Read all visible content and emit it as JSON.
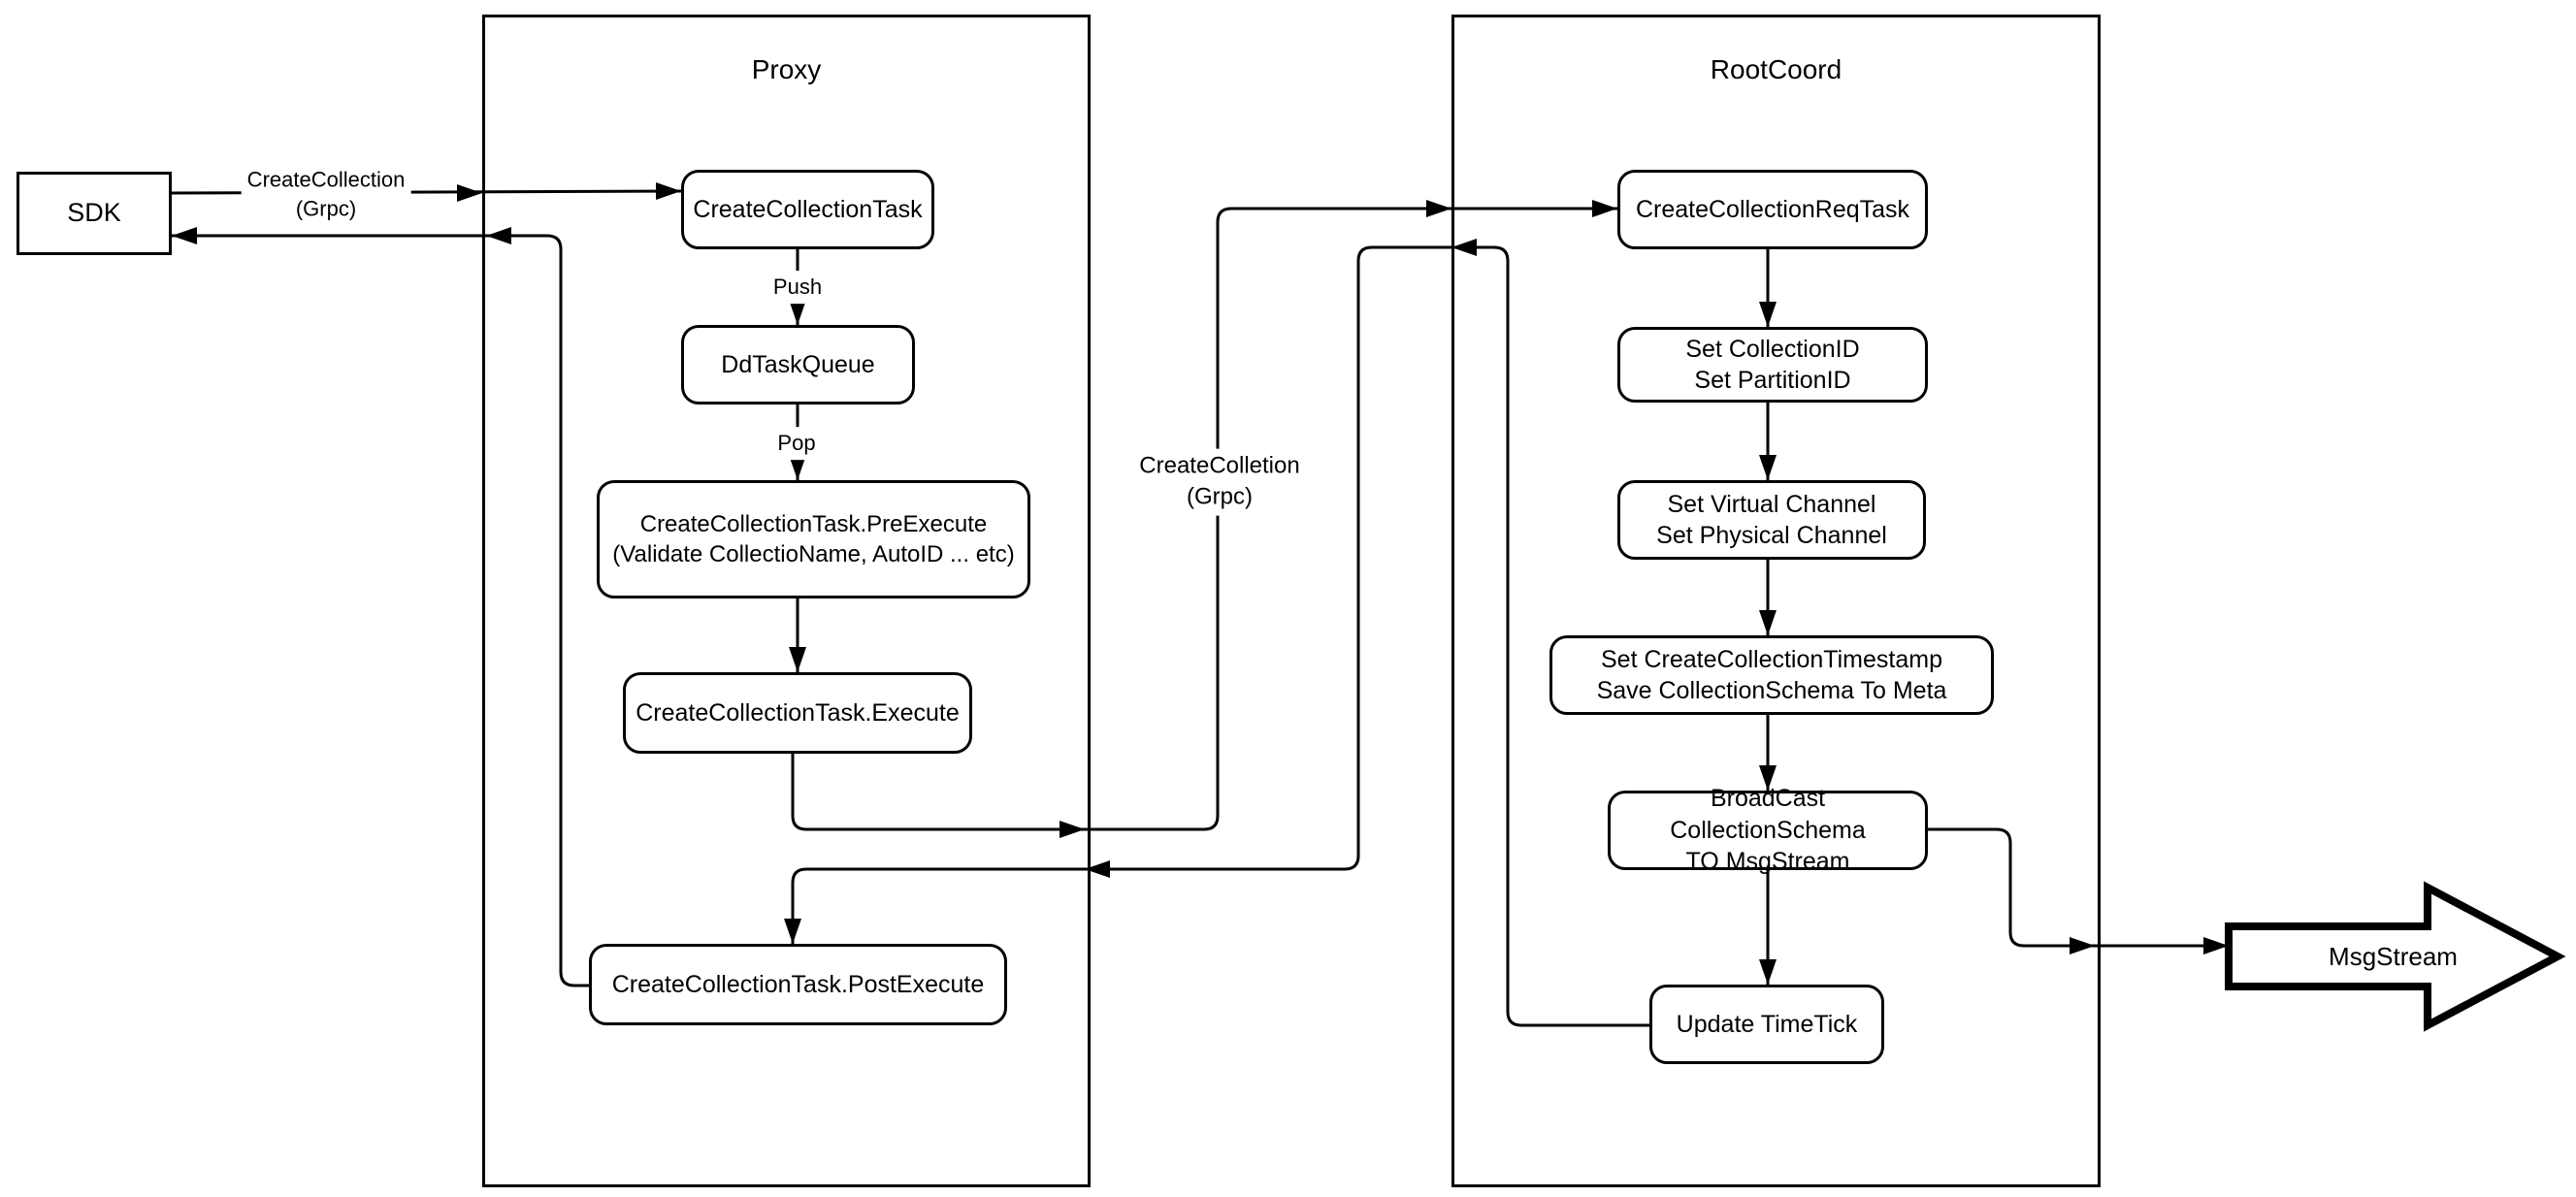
{
  "diagram": {
    "containers": {
      "proxy": {
        "title": "Proxy"
      },
      "rootcoord": {
        "title": "RootCoord"
      }
    },
    "nodes": {
      "sdk": "SDK",
      "create_collection_task": "CreateCollectionTask",
      "dd_task_queue": "DdTaskQueue",
      "pre_execute": "CreateCollectionTask.PreExecute\n(Validate CollectioName, AutoID ... etc)",
      "execute": "CreateCollectionTask.Execute",
      "post_execute": "CreateCollectionTask.PostExecute",
      "req_task": "CreateCollectionReqTask",
      "set_ids": "Set CollectionID\nSet PartitionID",
      "set_channels": "Set Virtual Channel\nSet Physical Channel",
      "set_timestamp": "Set CreateCollectionTimestamp\nSave CollectionSchema To Meta",
      "broadcast": "BroadCast CollectionSchema\nTO MsgStream",
      "update_timetick": "Update TimeTick",
      "msgstream": "MsgStream"
    },
    "edge_labels": {
      "sdk_grpc": "CreateCollection\n(Grpc)",
      "push": "Push",
      "pop": "Pop",
      "proxy_grpc": "CreateColletion\n(Grpc)"
    },
    "colors": {
      "line": "#000000",
      "background": "#ffffff"
    }
  }
}
